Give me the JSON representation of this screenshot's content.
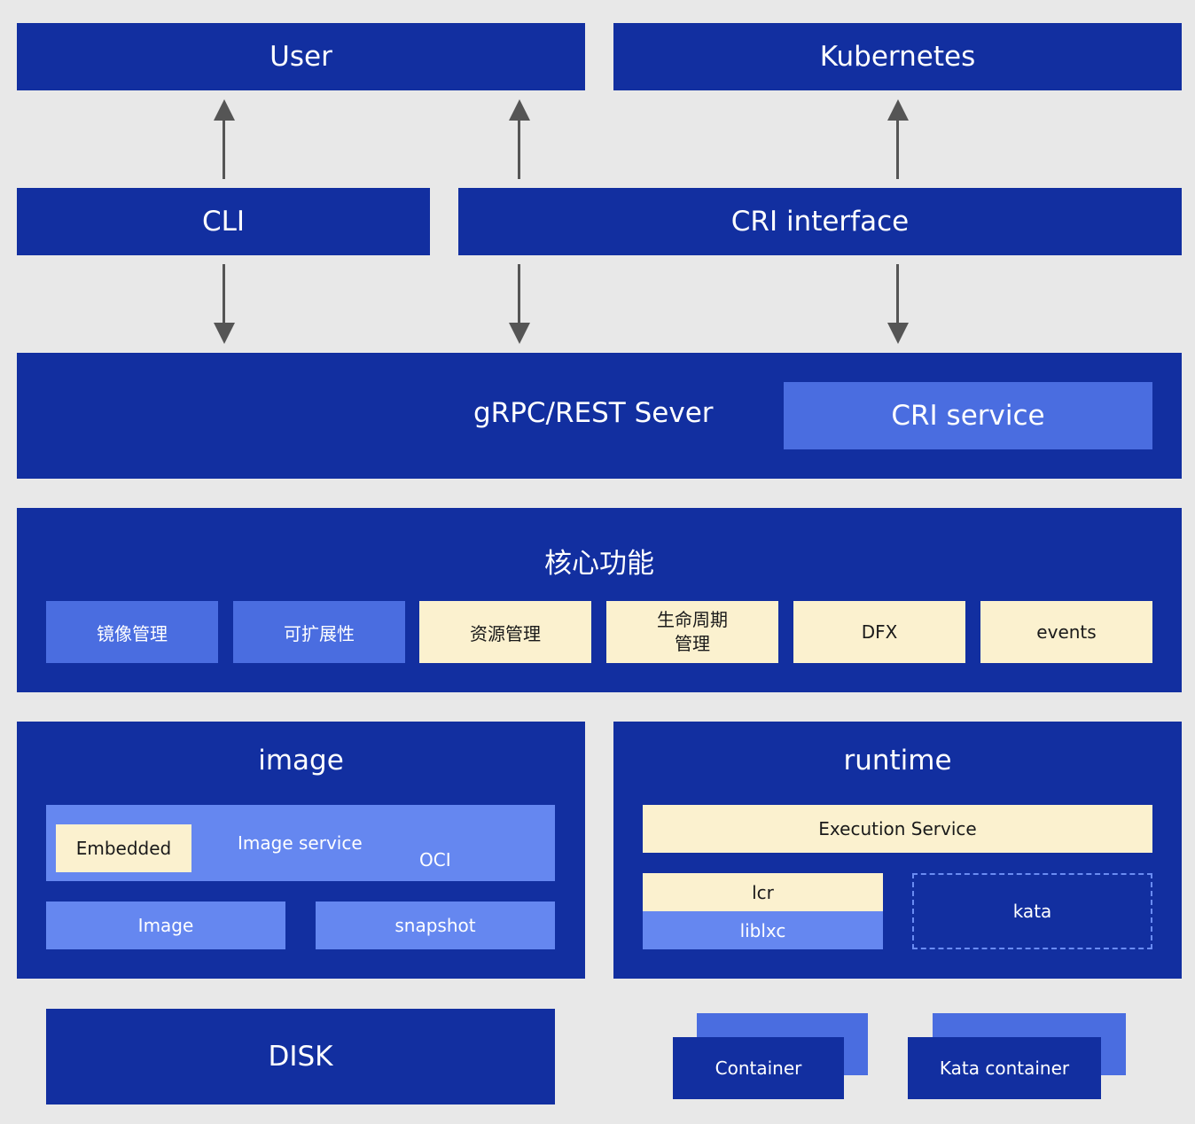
{
  "top": {
    "user": "User",
    "kubernetes": "Kubernetes"
  },
  "interfaces": {
    "cli": "CLI",
    "cri_interface": "CRI interface"
  },
  "server": {
    "label": "gRPC/REST Sever",
    "cri_service": "CRI service"
  },
  "core": {
    "title": "核心功能",
    "items": [
      {
        "label": "镜像管理",
        "style": "blue"
      },
      {
        "label": "可扩展性",
        "style": "blue"
      },
      {
        "label": "资源管理",
        "style": "cream"
      },
      {
        "label_line1": "生命周期",
        "label_line2": "管理",
        "style": "cream"
      },
      {
        "label": "DFX",
        "style": "cream"
      },
      {
        "label": "events",
        "style": "cream"
      }
    ]
  },
  "image": {
    "title": "image",
    "embedded": "Embedded",
    "image_service": "Image service",
    "oci": "OCI",
    "image": "Image",
    "snapshot": "snapshot"
  },
  "runtime": {
    "title": "runtime",
    "execution_service": "Execution Service",
    "lcr": "lcr",
    "liblxc": "liblxc",
    "kata": "kata"
  },
  "bottom": {
    "disk": "DISK",
    "container": "Container",
    "kata_container": "Kata container"
  },
  "colors": {
    "background": "#e8e8e8",
    "dark_blue": "#122fa0",
    "mid_blue": "#4a6de0",
    "light_blue": "#6587f0",
    "cream": "#fbf1cf",
    "arrow": "#555555"
  }
}
